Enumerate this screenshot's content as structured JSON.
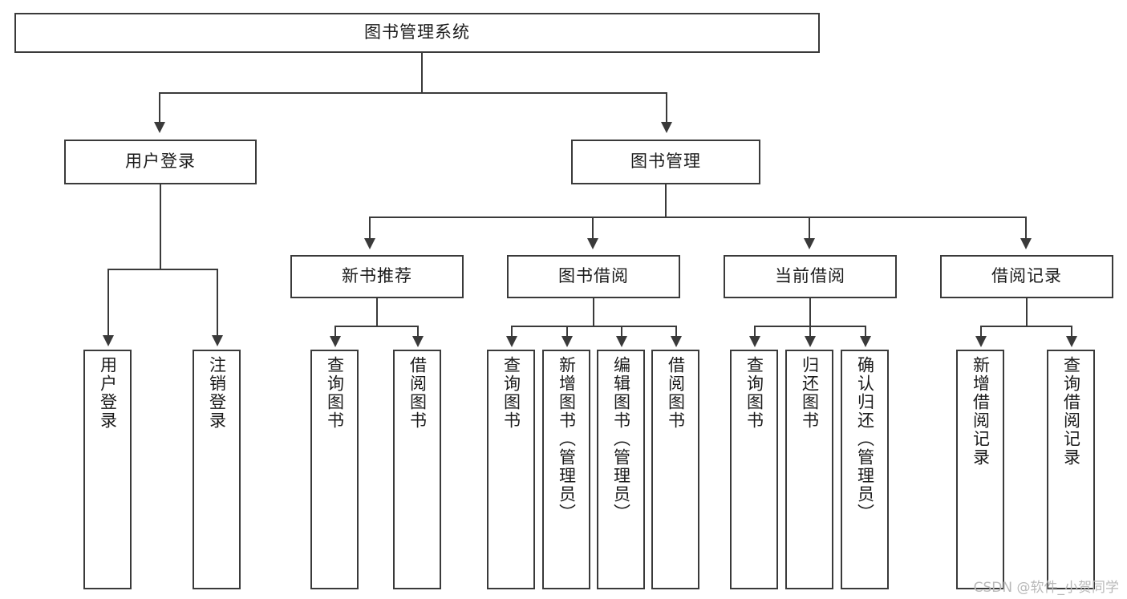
{
  "diagram": {
    "title": "图书管理系统",
    "type": "tree-hierarchy",
    "watermark": "CSDN @软件_小贺同学",
    "colors": {
      "stroke": "#3a3a3a",
      "fill": "#ffffff",
      "text": "#1a1a1a",
      "watermark": "#b9b9b9",
      "background": "#ffffff"
    },
    "root": {
      "label": "图书管理系统"
    },
    "level2": [
      {
        "label": "用户登录"
      },
      {
        "label": "图书管理"
      }
    ],
    "level3": [
      {
        "label": "新书推荐"
      },
      {
        "label": "图书借阅"
      },
      {
        "label": "当前借阅"
      },
      {
        "label": "借阅记录"
      }
    ],
    "leaves": {
      "user_login": [
        {
          "label": "用户登录"
        },
        {
          "label": "注销登录"
        }
      ],
      "new_book_recommend": [
        {
          "label": "查询图书"
        },
        {
          "label": "借阅图书"
        }
      ],
      "book_borrow": [
        {
          "label": "查询图书"
        },
        {
          "label": "新增图书（管理员）"
        },
        {
          "label": "编辑图书（管理员）"
        },
        {
          "label": "借阅图书"
        }
      ],
      "current_borrow": [
        {
          "label": "查询图书"
        },
        {
          "label": "归还图书"
        },
        {
          "label": "确认归还（管理员）"
        }
      ],
      "borrow_record": [
        {
          "label": "新增借阅记录"
        },
        {
          "label": "查询借阅记录"
        }
      ]
    }
  }
}
